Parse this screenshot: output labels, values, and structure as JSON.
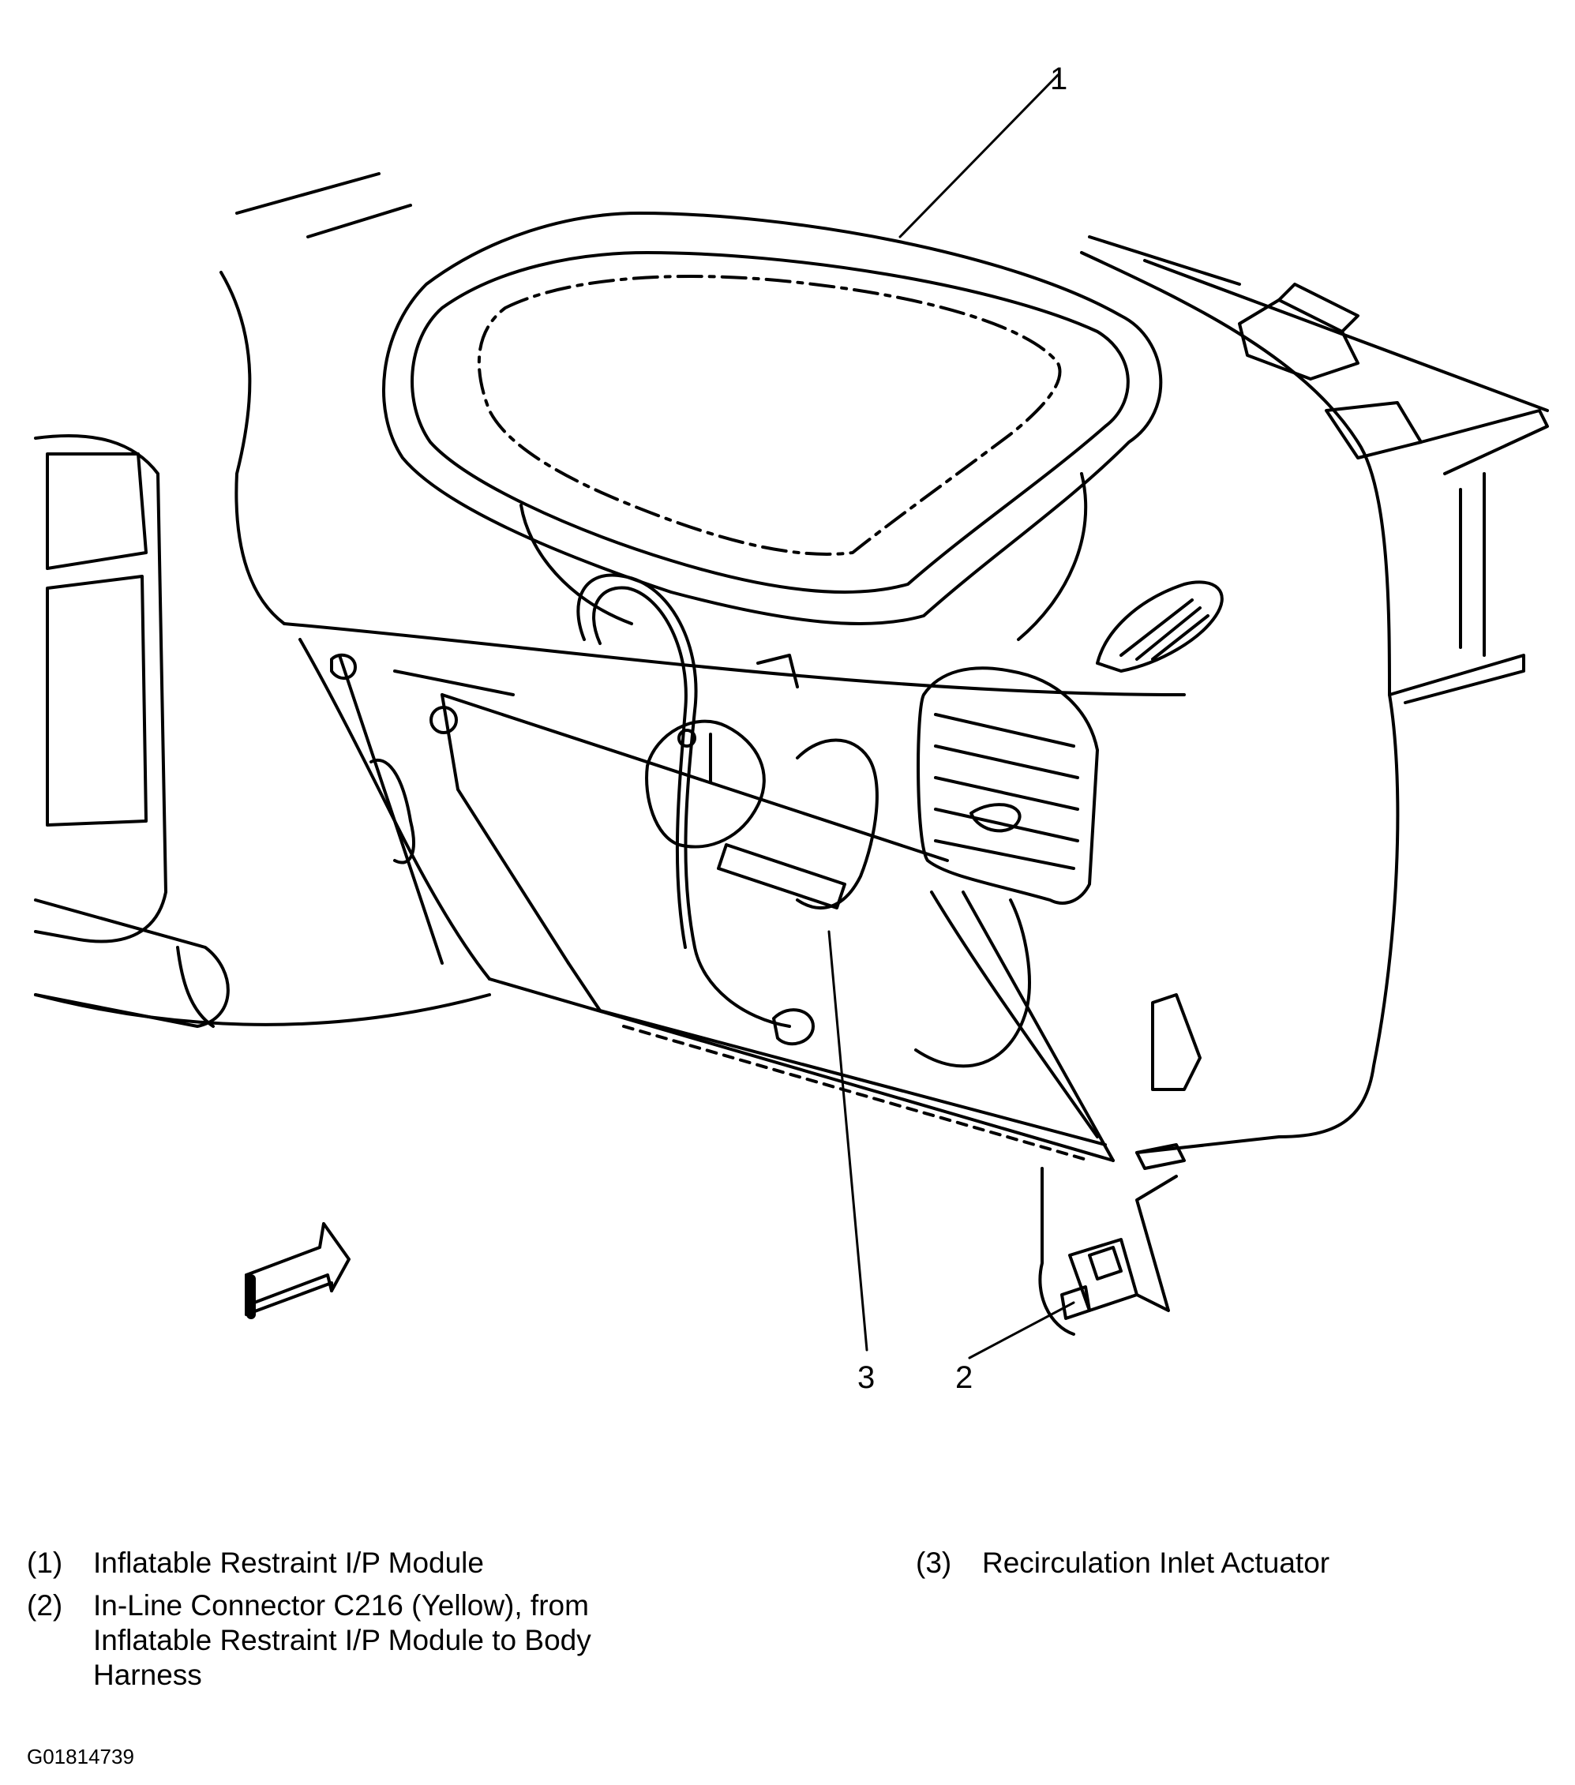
{
  "callouts": [
    {
      "number": "1"
    },
    {
      "number": "2"
    },
    {
      "number": "3"
    }
  ],
  "legend": [
    {
      "number": "(1)",
      "text": "Inflatable Restraint I/P Module"
    },
    {
      "number": "(2)",
      "text": "In-Line Connector C216 (Yellow), from Inflatable Restraint I/P Module to Body Harness"
    },
    {
      "number": "(3)",
      "text": "Recirculation Inlet Actuator"
    }
  ],
  "figure_id": "G01814739",
  "colors": {
    "line": "#000000",
    "background": "#ffffff"
  }
}
